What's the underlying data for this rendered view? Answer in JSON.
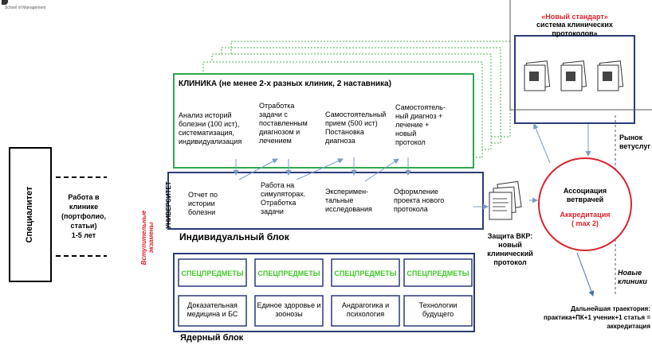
{
  "logo": {
    "text": "School of Management"
  },
  "left": {
    "specialitet": "Специалитет",
    "work_block": "Работа в\nклинике\n(портфолио,\nстатьи)\n1-5 лет",
    "entrance_exams": "Вступительные\nэкзамены",
    "university": "УНИВЕРСИТЕТ"
  },
  "clinic": {
    "title": "КЛИНИКА (не менее 2-х разных клиник, 2 наставника)",
    "items": [
      "Анализ историй\nболезни (100 ист),\nсистематизация,\nиндивидуализация",
      "Отработка\nзадачи с\nпоставленным\nдиагнозом и\nлечением",
      "Самостоятельный\nприем (500 ист)\nПостановка\nдиагноза",
      "Самостоятель-\nный диагноз +\nлечение +\nновый\nпротокол"
    ]
  },
  "university_row": {
    "items": [
      "Отчет по\nистории\nболезни",
      "Работа на\nсимуляторах.\nОтработка\nзадачи",
      "Эксперимен-\nтальные\nисследования",
      "Оформление\nпроекта нового\nпротокола"
    ]
  },
  "individual_block": "Индивидуальный блок",
  "core": {
    "specials": [
      "СПЕЦПРЕДМЕТЫ",
      "СПЕЦПРЕДМЕТЫ",
      "СПЕЦПРЕДМЕТЫ",
      "СПЕЦПРЕДМЕТЫ"
    ],
    "subjects": [
      "Доказательная\nмедицина и БС",
      "Единое здоровье и\nзоонозы",
      "Андрагогика и\nпсихология",
      "Технологии\nбудущего"
    ],
    "label": "Ядерный блок"
  },
  "standard": {
    "title": "«Новый стандарт»",
    "subtitle": "система клинических\nпротоколов»"
  },
  "defense": "Защита ВКР:\nновый\nклинический\nпротокол",
  "association": {
    "title": "Ассоциация\nветврачей",
    "accreditation": "Аккредитация\n( max 2)"
  },
  "market": "Рынок\nветуслуг",
  "new_clinics": "Новые\nклиники",
  "trajectory": "Дальнейшая траектория:\nпрактика+ПК+1 ученик+1 статья =\nаккредитация",
  "colors": {
    "green": "#2fa84f",
    "navy": "#2b3a78",
    "red": "#d9232e",
    "arrow": "#7a9cc6",
    "dotted_green": "#4caf50"
  }
}
